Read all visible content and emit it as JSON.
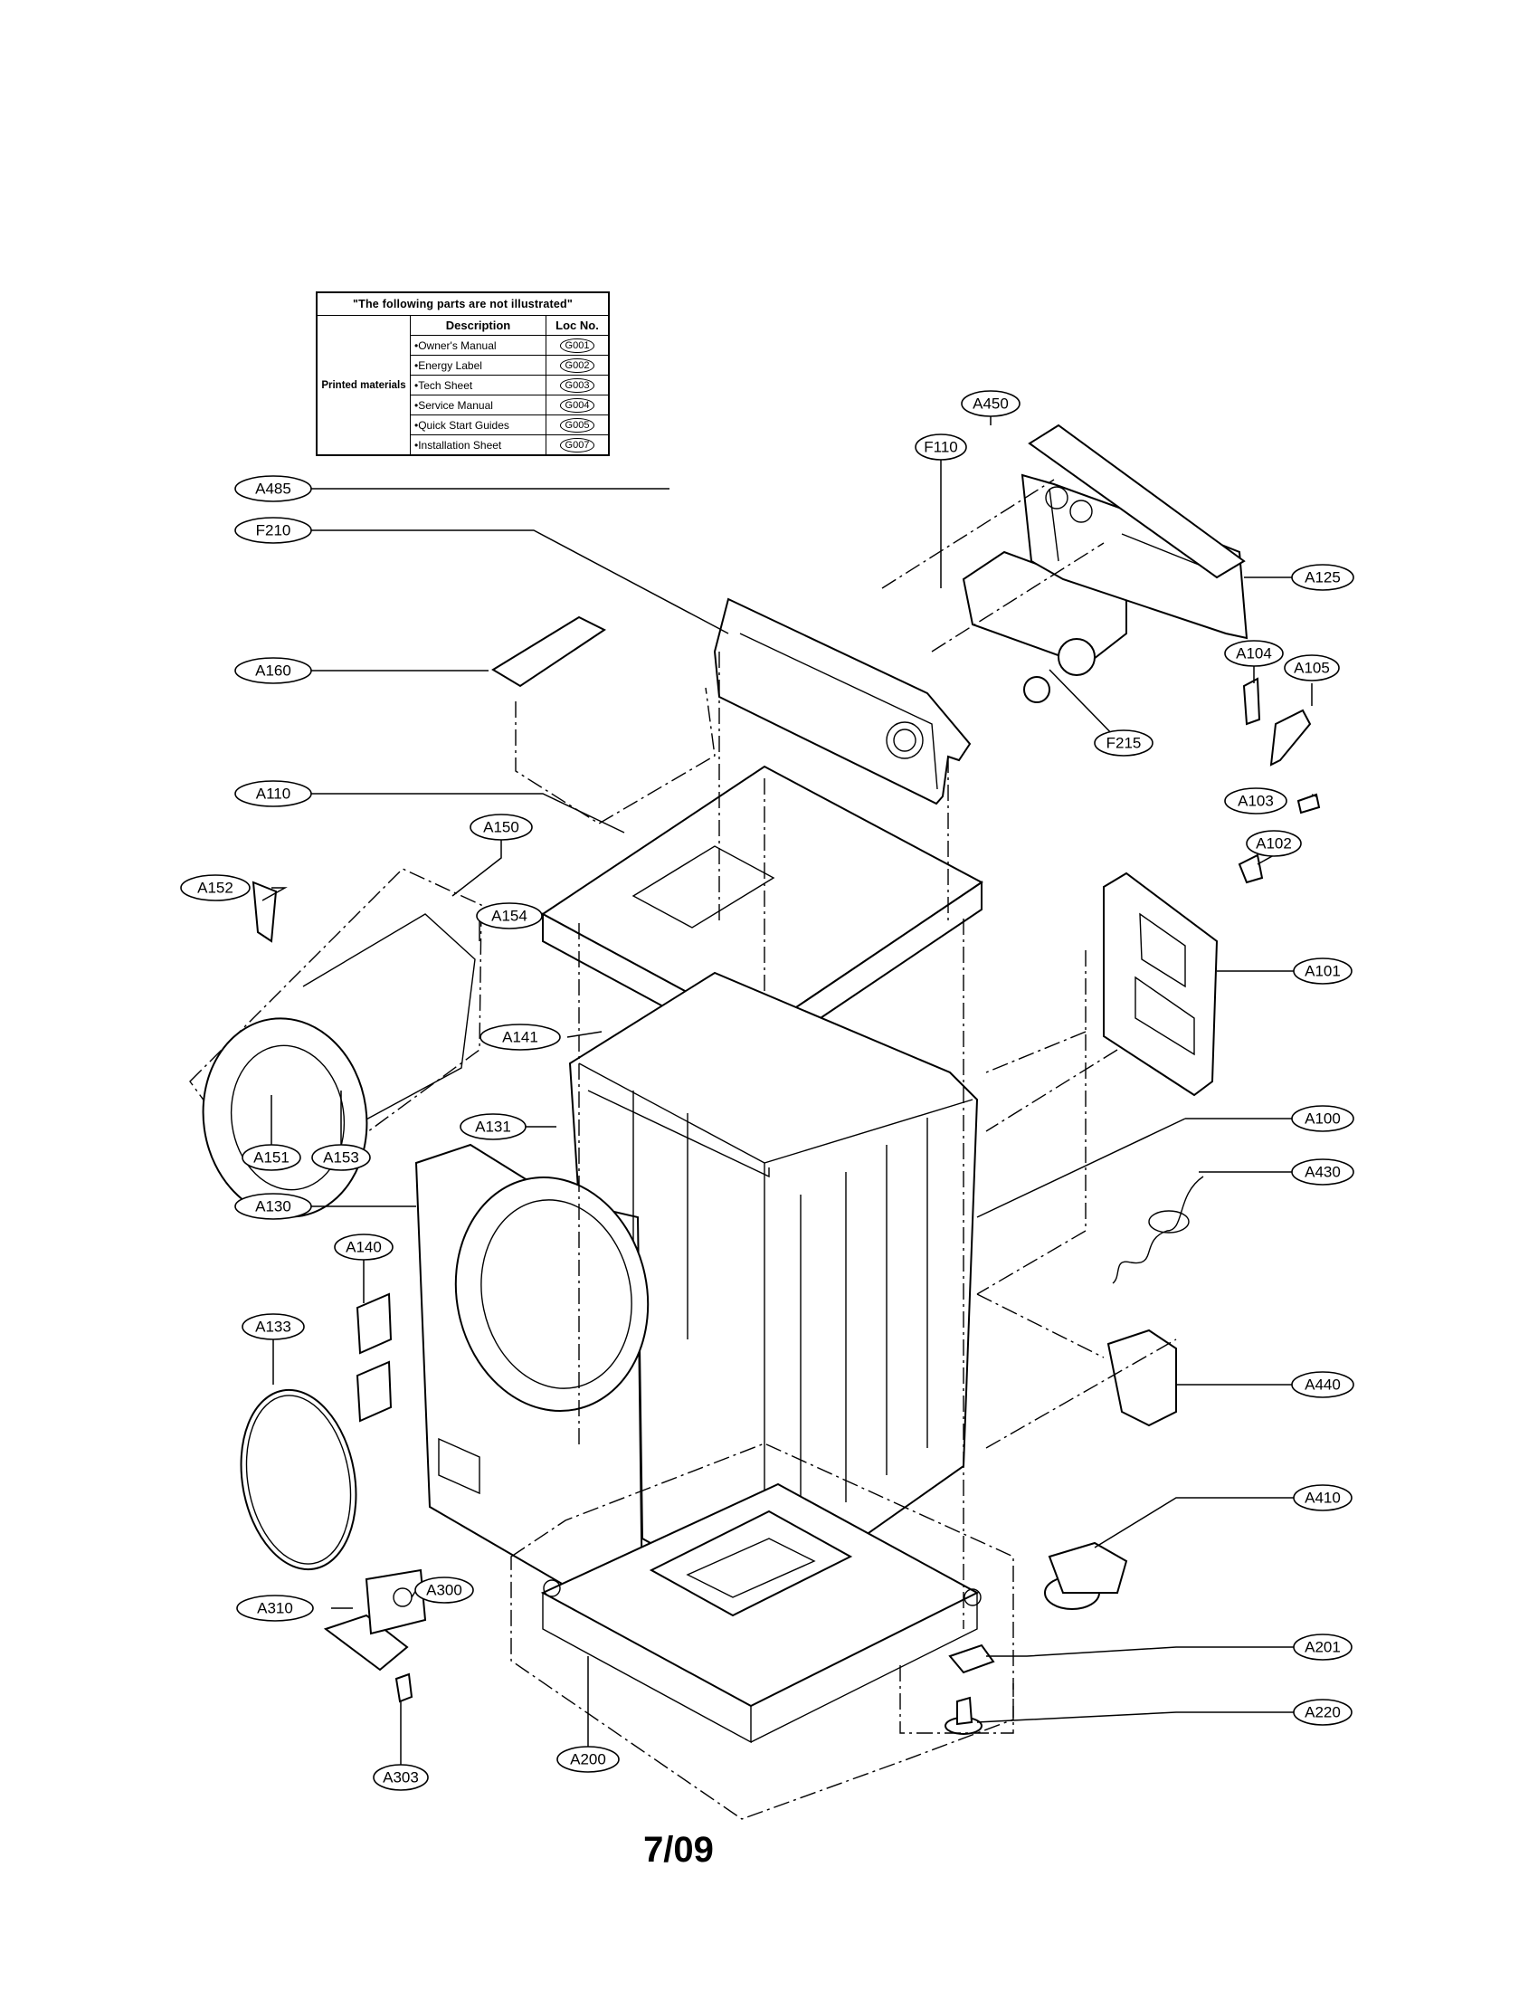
{
  "table": {
    "title": "\"The following parts are not illustrated\"",
    "col_description": "Description",
    "col_loc": "Loc No.",
    "category": "Printed materials",
    "rows": [
      {
        "desc": "•Owner's Manual",
        "loc": "G001"
      },
      {
        "desc": "•Energy Label",
        "loc": "G002"
      },
      {
        "desc": "•Tech Sheet",
        "loc": "G003"
      },
      {
        "desc": "•Service Manual",
        "loc": "G004"
      },
      {
        "desc": "•Quick Start Guides",
        "loc": "G005"
      },
      {
        "desc": "•Installation Sheet",
        "loc": "G007"
      }
    ]
  },
  "callouts": {
    "A485": "A485",
    "F210": "F210",
    "A160": "A160",
    "A110": "A110",
    "A150": "A150",
    "A152": "A152",
    "A154": "A154",
    "A141": "A141",
    "A131": "A131",
    "A151": "A151",
    "A153": "A153",
    "A130": "A130",
    "A140": "A140",
    "A133": "A133",
    "A310": "A310",
    "A300": "A300",
    "A303": "A303",
    "A200": "A200",
    "A450": "A450",
    "F110": "F110",
    "A125": "A125",
    "A104": "A104",
    "A105": "A105",
    "F215": "F215",
    "A103": "A103",
    "A102": "A102",
    "A101": "A101",
    "A100": "A100",
    "A430": "A430",
    "A440": "A440",
    "A410": "A410",
    "A201": "A201",
    "A220": "A220"
  },
  "footer": {
    "page": "7/09"
  }
}
